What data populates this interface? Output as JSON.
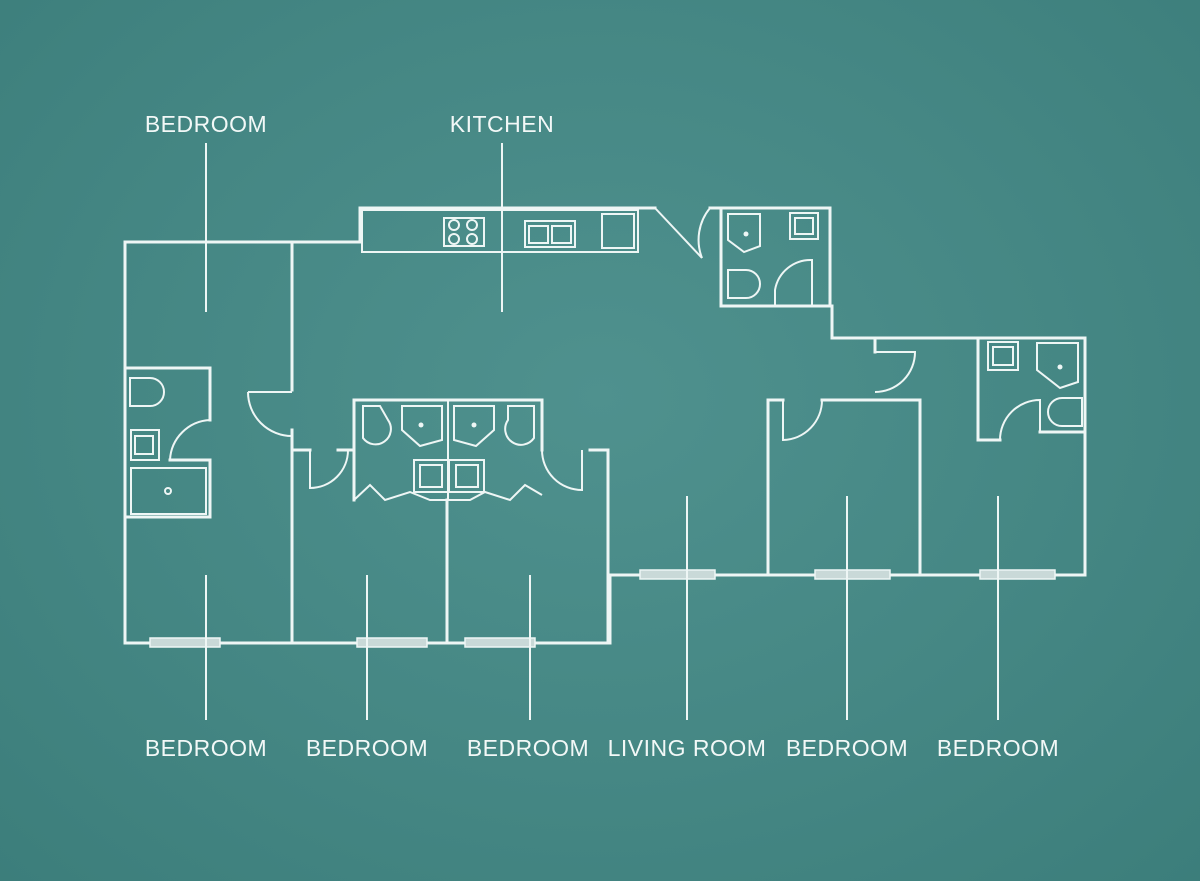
{
  "rooms": {
    "top_left": "BEDROOM",
    "kitchen": "KITCHEN",
    "bottom_1": "BEDROOM",
    "bottom_2": "BEDROOM",
    "bottom_3": "BEDROOM",
    "living_room": "LIVING ROOM",
    "bottom_5": "BEDROOM",
    "bottom_6": "BEDROOM"
  },
  "colors": {
    "background": "#478985",
    "lines": "#eef6f5"
  }
}
